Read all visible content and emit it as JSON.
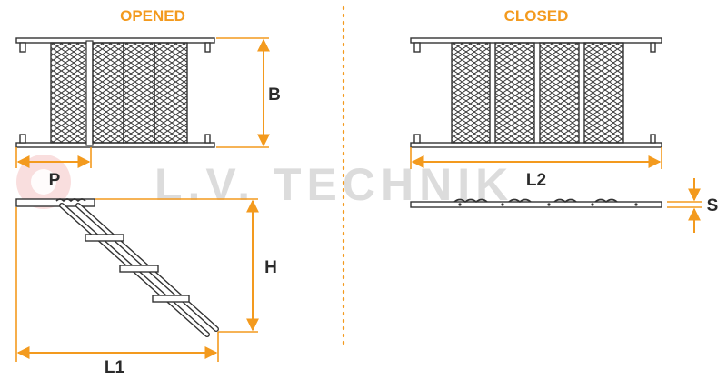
{
  "headings": {
    "opened": "OPENED",
    "closed": "CLOSED"
  },
  "dimensions": {
    "b": "B",
    "p": "P",
    "h": "H",
    "l1": "L1",
    "l2": "L2",
    "s": "S"
  },
  "watermark": {
    "text": "L.V. TECHNIK"
  },
  "colors": {
    "accent": "#f39a1e",
    "line": "#333333",
    "watermark": "#dcdcdc",
    "watermark_logo": "#f3b8b8"
  }
}
